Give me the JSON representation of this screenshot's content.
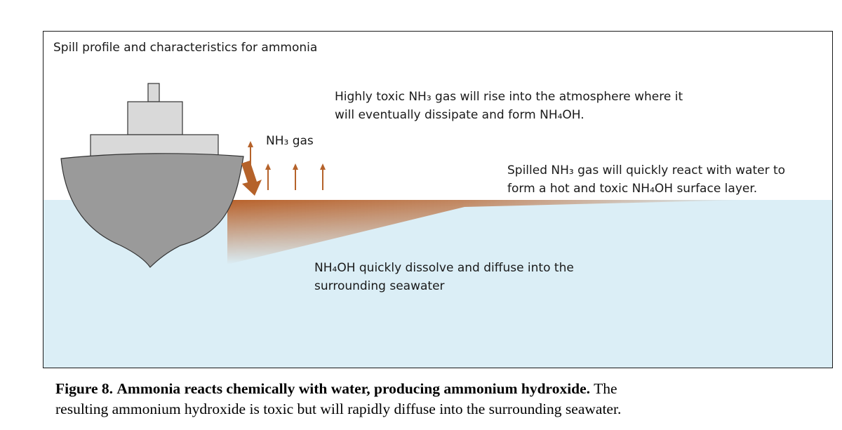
{
  "diagram": {
    "title": "Spill profile and characteristics for ammonia",
    "labels": {
      "atmosphere": [
        "Highly toxic NH₃ gas will rise into the atmosphere where it",
        "will eventually dissipate and form NH₄OH."
      ],
      "gas": "NH₃ gas",
      "surface_layer": [
        "Spilled NH₃ gas will quickly react with water to",
        "form a hot and toxic NH₄OH surface layer."
      ],
      "diffusion": [
        "NH₄OH quickly dissolve and diffuse into the",
        "surrounding seawater"
      ]
    },
    "colors": {
      "seawater": "#dbeef6",
      "hull": "#9a9a9a",
      "superstructure": "#d9d9d9",
      "spill": "#b8612a",
      "arrow": "#b5622a",
      "outline": "#333333"
    }
  },
  "caption": {
    "figure_label": "Figure 8.",
    "bold_text": "Ammonia reacts chemically with water, producing ammonium hydroxide.",
    "line1_rest": "The",
    "line2": "resulting ammonium hydroxide is toxic but will rapidly diffuse into the surrounding seawater."
  }
}
